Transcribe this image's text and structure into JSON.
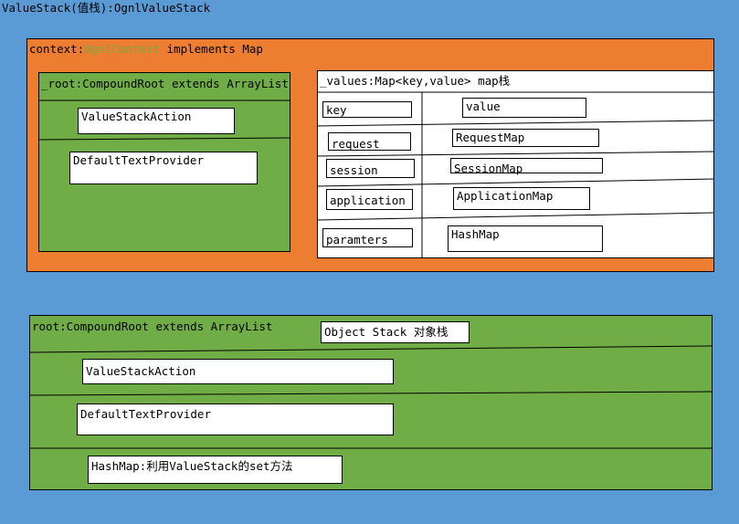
{
  "title": "ValueStack(值栈):OgnlValueStack",
  "context": {
    "prefix": "context:",
    "ognl": "OgnlContext",
    "suffix": " implements Map",
    "ognl_color": "#70ad47",
    "root_header": "_root:CompoundRoot extends ArrayList",
    "root_items": [
      "ValueStackAction",
      "DefaultTextProvider"
    ],
    "values_header": "_values:Map<key,value>  map栈",
    "keys": [
      "key",
      "request",
      "session",
      "application",
      "paramters"
    ],
    "values": [
      "value",
      "RequestMap",
      "SessionMap",
      "ApplicationMap",
      "HashMap"
    ]
  },
  "root": {
    "header": "root:CompoundRoot extends ArrayList",
    "stack_label": "Object Stack 对象栈",
    "items": [
      "ValueStackAction",
      "DefaultTextProvider",
      "HashMap:利用ValueStack的set方法"
    ]
  },
  "colors": {
    "background": "#5b9bd5",
    "orange": "#ed7d31",
    "green": "#70ad47",
    "white": "#ffffff"
  }
}
